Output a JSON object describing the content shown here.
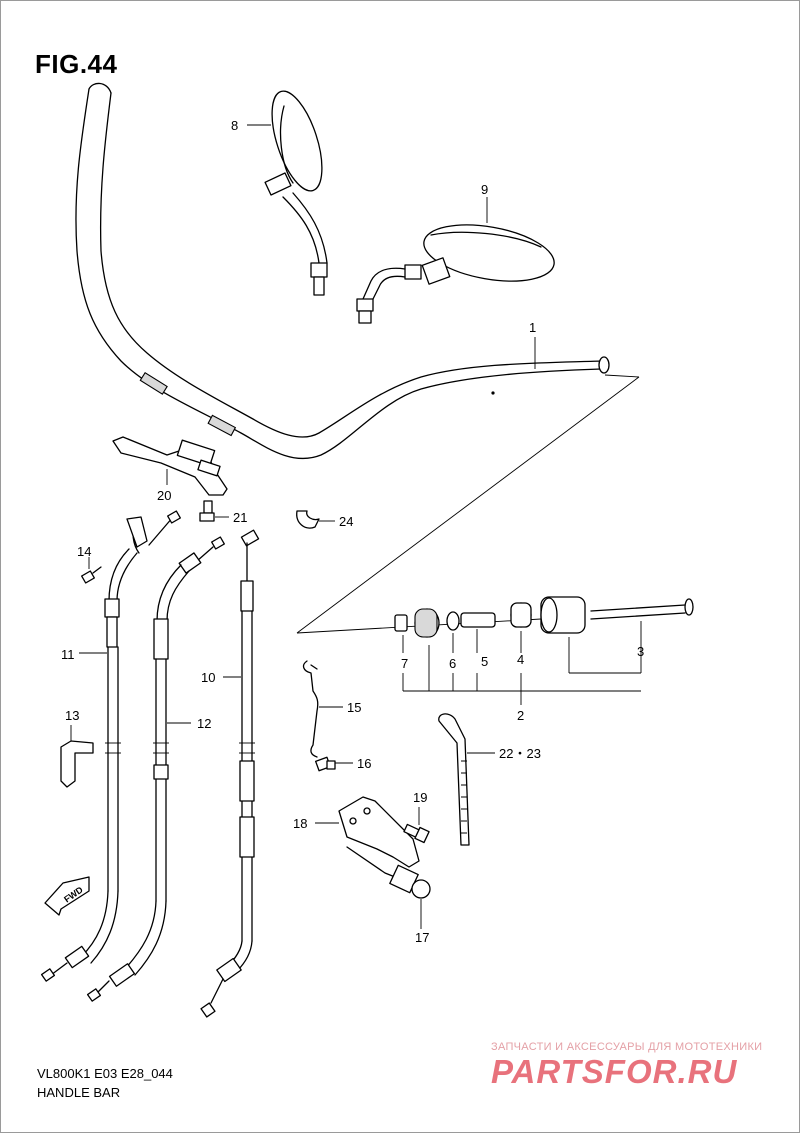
{
  "figure": {
    "title": "FIG.44"
  },
  "footer": {
    "model_code": "VL800K1 E03 E28_044",
    "section_name": "HANDLE BAR"
  },
  "watermark": {
    "tagline": "ЗАПЧАСТИ И АКСЕССУАРЫ ДЛЯ МОТОТЕХНИКИ",
    "logo": "PARTSFOR.RU"
  },
  "fwd_label": "FWD",
  "callouts": [
    {
      "id": "c1",
      "label": "1"
    },
    {
      "id": "c2",
      "label": "2"
    },
    {
      "id": "c3",
      "label": "3"
    },
    {
      "id": "c4",
      "label": "4"
    },
    {
      "id": "c5",
      "label": "5"
    },
    {
      "id": "c6",
      "label": "6"
    },
    {
      "id": "c7",
      "label": "7"
    },
    {
      "id": "c8",
      "label": "8"
    },
    {
      "id": "c9",
      "label": "9"
    },
    {
      "id": "c10",
      "label": "10"
    },
    {
      "id": "c11",
      "label": "11"
    },
    {
      "id": "c12",
      "label": "12"
    },
    {
      "id": "c13",
      "label": "13"
    },
    {
      "id": "c14",
      "label": "14"
    },
    {
      "id": "c15",
      "label": "15"
    },
    {
      "id": "c16",
      "label": "16"
    },
    {
      "id": "c17",
      "label": "17"
    },
    {
      "id": "c18",
      "label": "18"
    },
    {
      "id": "c19",
      "label": "19"
    },
    {
      "id": "c20",
      "label": "20"
    },
    {
      "id": "c21",
      "label": "21"
    },
    {
      "id": "c22",
      "label": "22・23"
    },
    {
      "id": "c24",
      "label": "24"
    }
  ]
}
